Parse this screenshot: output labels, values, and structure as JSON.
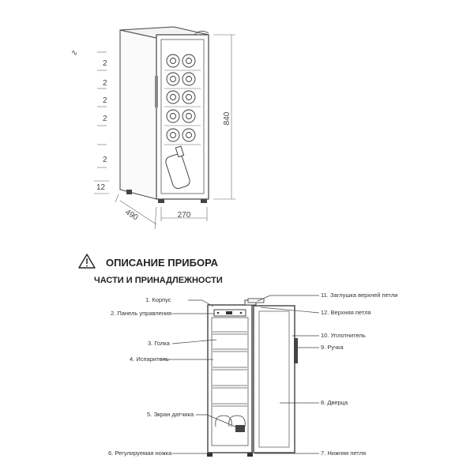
{
  "section": {
    "title": "ОПИСАНИЕ ПРИБОРА",
    "subtitle": "ЧАСТИ И ПРИНАДЛЕЖНОСТИ"
  },
  "dimensions": {
    "height": "840",
    "depth": "490",
    "width": "270",
    "foot": "12",
    "shelf_mark": "2",
    "top_mark": "∿"
  },
  "parts_left": [
    "1. Корпус",
    "2. Панель управления",
    "3. Голка",
    "4. Испаритель",
    "5. Экран датчика",
    "6. Регулируемая ножка"
  ],
  "parts_right": [
    "11. Заглушка верхней петли",
    "12. Верхняя петля",
    "10. Уплотнитель",
    "9. Ручка",
    "8. Дверца",
    "7. Нижняя петля"
  ],
  "icons": {
    "warning": "warning-triangle-icon"
  }
}
